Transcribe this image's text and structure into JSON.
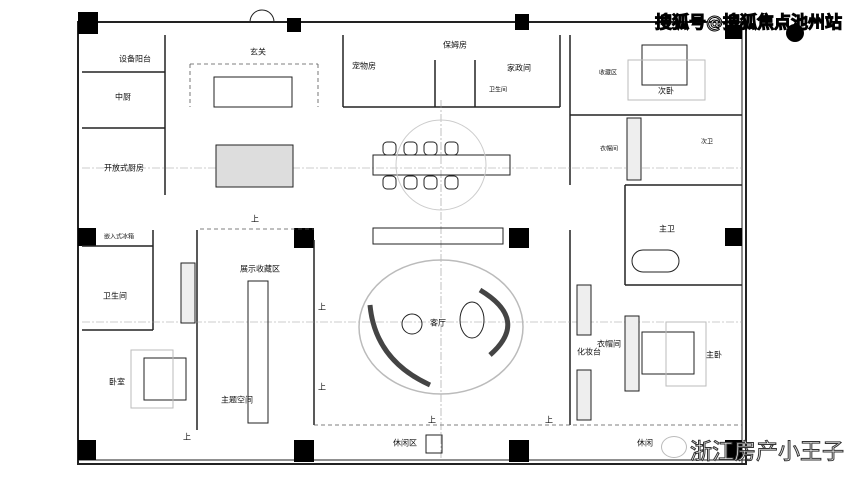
{
  "rooms": {
    "equipment_balcony": "设备阳台",
    "foyer": "玄关",
    "pet_room": "宠物房",
    "nanny_room": "保姆房",
    "housekeeping": "家政间",
    "bathroom_top": "卫生间",
    "collection": "收藏区",
    "second_bedroom": "次卧",
    "cloakroom_top": "衣帽间",
    "second_bath": "次卫",
    "chinese_kitchen": "中厨",
    "open_kitchen": "开放式厨房",
    "fridge": "嵌入式冰箱",
    "master_bath": "主卫",
    "bathroom_left": "卫生间",
    "display_collection": "展示收藏区",
    "living_room": "客厅",
    "cloakroom_right": "衣帽间",
    "vanity": "化妆台",
    "master_bedroom": "主卧",
    "bedroom": "卧室",
    "theme_space": "主题空间",
    "leisure_area": "休闲区",
    "leisure_right": "休闲"
  },
  "up_marker": "上",
  "watermarks": {
    "top": "搜狐号@搜狐焦点池州站",
    "bottom": "浙江房产小王子"
  }
}
